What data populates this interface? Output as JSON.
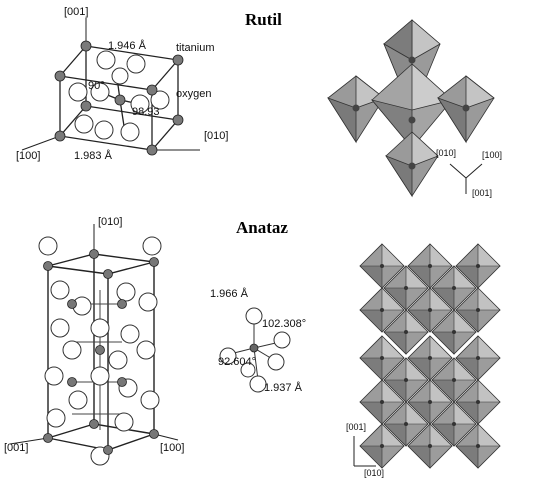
{
  "rutil": {
    "title": "Rutil",
    "labels": {
      "dir_001": "[001]",
      "dir_100": "[100]",
      "dir_010": "[010]",
      "bond_1946": "1.946 Å",
      "bond_1983": "1.983 Å",
      "angle_90": "90°",
      "angle_9893": "98.93",
      "titanium": "titanium",
      "oxygen": "oxygen"
    },
    "octa_axes": {
      "a010": "[010]",
      "a100": "[100]",
      "a001": "[001]"
    }
  },
  "anataz": {
    "title": "Anataz",
    "labels": {
      "dir_010": "[010]",
      "dir_001": "[001]",
      "dir_100": "[100]"
    },
    "detail": {
      "bond_1966": "1.966 Å",
      "angle_102": "102.308°",
      "angle_92": "92.604°",
      "bond_1937": "1.937 Å"
    },
    "octa_axes": {
      "a001": "[001]",
      "a010": "[010]"
    }
  },
  "colors": {
    "octahedron_fill": "#a6a6a6",
    "octahedron_dark": "#6e6e6e",
    "atom_fill": "#ffffff",
    "ti_fill": "#777777"
  }
}
